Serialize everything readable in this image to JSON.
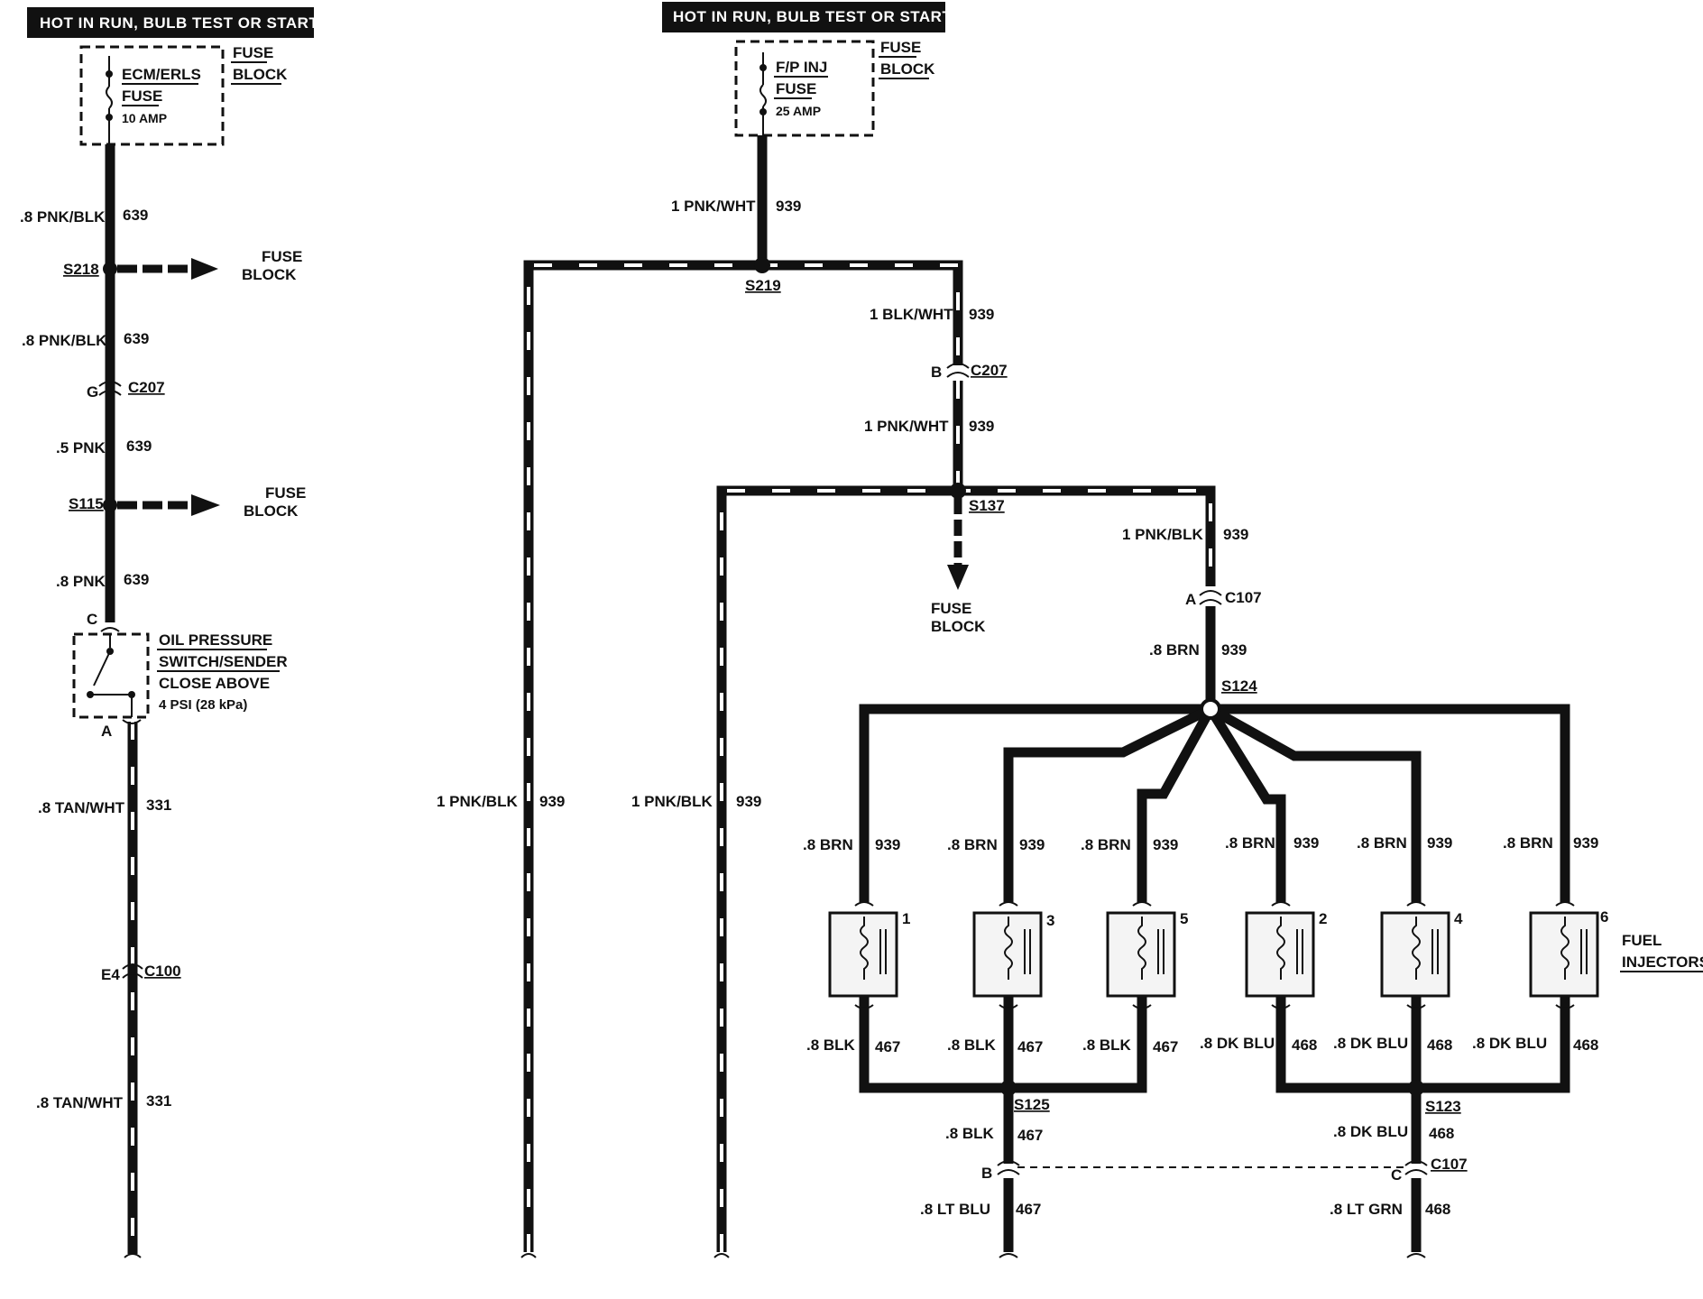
{
  "left_circuit": {
    "header": "HOT IN RUN, BULB TEST OR START",
    "fuse_block_label": [
      "FUSE",
      "BLOCK"
    ],
    "fuse_name": "ECM/ERLS",
    "fuse_word": "FUSE",
    "fuse_rating": "10 AMP",
    "wires": [
      {
        "gauge_color": ".8 PNK/BLK",
        "circuit": "639"
      },
      {
        "gauge_color": ".8 PNK/BLK",
        "circuit": "639"
      },
      {
        "gauge_color": ".5 PNK",
        "circuit": "639"
      },
      {
        "gauge_color": ".8 PNK",
        "circuit": "639"
      },
      {
        "gauge_color": ".8 TAN/WHT",
        "circuit": "331"
      },
      {
        "gauge_color": ".8 TAN/WHT",
        "circuit": "331"
      }
    ],
    "splice_s218": "S218",
    "splice_s115": "S115",
    "s218_dest": [
      "FUSE",
      "BLOCK"
    ],
    "s115_dest": [
      "FUSE",
      "BLOCK"
    ],
    "connector_c207_pin": "G",
    "connector_c207": "C207",
    "switch_pin_top": "C",
    "switch_pin_bottom": "A",
    "switch_name": [
      "OIL PRESSURE",
      "SWITCH/SENDER"
    ],
    "switch_desc": [
      "CLOSE ABOVE",
      "4 PSI (28 kPa)"
    ],
    "connector_c100_pin": "E4",
    "connector_c100": "C100"
  },
  "right_circuit": {
    "header": "HOT IN RUN, BULB TEST OR START",
    "fuse_block_label": [
      "FUSE",
      "BLOCK"
    ],
    "fuse_name": "F/P INJ",
    "fuse_word": "FUSE",
    "fuse_rating": "25 AMP",
    "feed_wire": {
      "gauge_color": "1 PNK/WHT",
      "circuit": "939"
    },
    "splice_s219": "S219",
    "wire_blk_wht": {
      "gauge_color": "1 BLK/WHT",
      "circuit": "939"
    },
    "connector_c207_pin": "B",
    "connector_c207": "C207",
    "wire_pnk_wht_2": {
      "gauge_color": "1 PNK/WHT",
      "circuit": "939"
    },
    "splice_s137": "S137",
    "s137_dest": [
      "FUSE",
      "BLOCK"
    ],
    "branch_left_1": {
      "gauge_color": "1 PNK/BLK",
      "circuit": "939"
    },
    "branch_left_2": {
      "gauge_color": "1 PNK/BLK",
      "circuit": "939"
    },
    "wire_to_c107": {
      "gauge_color": "1 PNK/BLK",
      "circuit": "939"
    },
    "connector_c107_pin_a": "A",
    "connector_c107": "C107",
    "wire_to_s124": {
      "gauge_color": ".8 BRN",
      "circuit": "939"
    },
    "splice_s124": "S124",
    "injector_feeds": [
      {
        "gauge_color": ".8 BRN",
        "circuit": "939"
      },
      {
        "gauge_color": ".8 BRN",
        "circuit": "939"
      },
      {
        "gauge_color": ".8 BRN",
        "circuit": "939"
      },
      {
        "gauge_color": ".8 BRN",
        "circuit": "939"
      },
      {
        "gauge_color": ".8 BRN",
        "circuit": "939"
      },
      {
        "gauge_color": ".8 BRN",
        "circuit": "939"
      }
    ],
    "injector_numbers": [
      "1",
      "3",
      "5",
      "2",
      "4",
      "6"
    ],
    "injectors_label": [
      "FUEL",
      "INJECTORS"
    ],
    "injector_returns": [
      {
        "gauge_color": ".8 BLK",
        "circuit": "467"
      },
      {
        "gauge_color": ".8 BLK",
        "circuit": "467"
      },
      {
        "gauge_color": ".8 BLK",
        "circuit": "467"
      },
      {
        "gauge_color": ".8 DK BLU",
        "circuit": "468"
      },
      {
        "gauge_color": ".8 DK BLU",
        "circuit": "468"
      },
      {
        "gauge_color": ".8 DK BLU",
        "circuit": "468"
      }
    ],
    "splice_s125": "S125",
    "splice_s123": "S123",
    "s125_out": {
      "gauge_color": ".8 BLK",
      "circuit": "467"
    },
    "s123_out": {
      "gauge_color": ".8 DK BLU",
      "circuit": "468"
    },
    "c107_pin_b": "B",
    "c107_pin_c": "C",
    "connector_c107_lower": "C107",
    "out_ltblu": {
      "gauge_color": ".8 LT BLU",
      "circuit": "467"
    },
    "out_ltgrn": {
      "gauge_color": ".8 LT GRN",
      "circuit": "468"
    }
  }
}
